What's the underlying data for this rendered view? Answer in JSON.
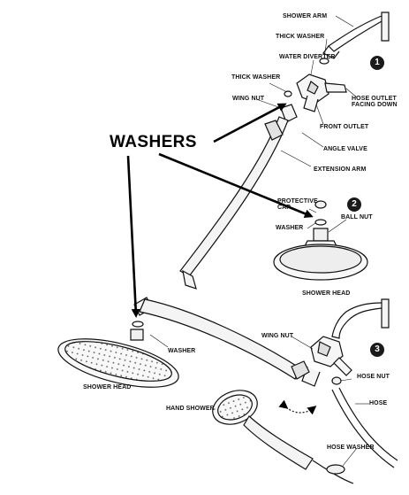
{
  "callout": "WASHERS",
  "steps": [
    "1",
    "2",
    "3"
  ],
  "labels": {
    "shower_arm_1": "SHOWER ARM",
    "thick_washer_top": "THICK WASHER",
    "water_diverter": "WATER DIVERTER",
    "thick_washer_left": "THICK WASHER",
    "wing_nut_1": "WING NUT",
    "hose_outlet": "HOSE OUTLET\nFACING DOWN",
    "front_outlet": "FRONT OUTLET",
    "angle_valve": "ANGLE VALVE",
    "extension_arm": "EXTENSION ARM",
    "protective_cap": "PROTECTIVE\nCAP",
    "washer_2": "WASHER",
    "ball_nut": "BALL NUT",
    "shower_head_2": "SHOWER HEAD",
    "washer_3": "WASHER",
    "shower_head_3": "SHOWER HEAD",
    "wing_nut_3": "WING NUT",
    "hose_nut": "HOSE NUT",
    "hose": "HOSE",
    "hand_shower": "HAND SHOWER",
    "hose_washer": "HOSE WASHER"
  },
  "colors": {
    "ink": "#111111",
    "arrow": "#000000",
    "badge": "#1a1a1a"
  }
}
